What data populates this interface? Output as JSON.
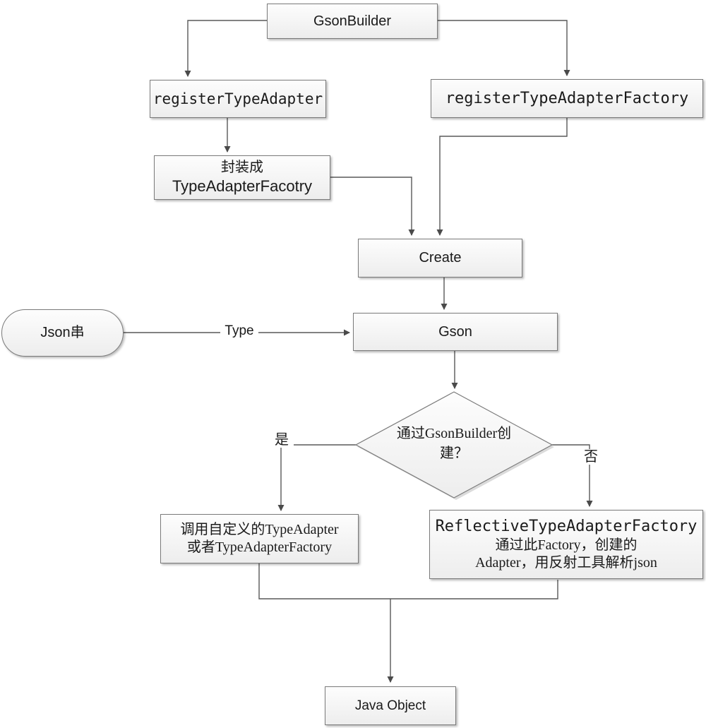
{
  "diagram": {
    "title_hint": "Gson create flowchart",
    "nodes": {
      "gson_builder": {
        "label": "GsonBuilder"
      },
      "register_type_adapter": {
        "label": "registerTypeAdapter"
      },
      "register_type_adapter_factory": {
        "label": "registerTypeAdapterFactory"
      },
      "wrap_factory": {
        "line1": "封装成",
        "line2": "TypeAdapterFacotry"
      },
      "create": {
        "label": "Create"
      },
      "json_string": {
        "label": "Json串"
      },
      "gson": {
        "label": "Gson"
      },
      "decision": {
        "line1": "通过GsonBuilder创",
        "line2": "建？"
      },
      "custom_adapter": {
        "line1": "调用自定义的TypeAdapter",
        "line2": "或者TypeAdapterFactory"
      },
      "reflective_factory": {
        "line1": "ReflectiveTypeAdapterFactory",
        "line2": "通过此Factory，创建的",
        "line3": "Adapter，用反射工具解析json"
      },
      "java_object": {
        "label": "Java Object"
      }
    },
    "edge_labels": {
      "type": "Type",
      "yes": "是",
      "no": "否"
    },
    "colors": {
      "node_fill_top": "#fdfdfd",
      "node_fill_bottom": "#ededed",
      "node_border": "#7a7a7a",
      "connector": "#595959",
      "arrowhead": "#4a4a4a",
      "text": "#1a1a1a"
    }
  }
}
